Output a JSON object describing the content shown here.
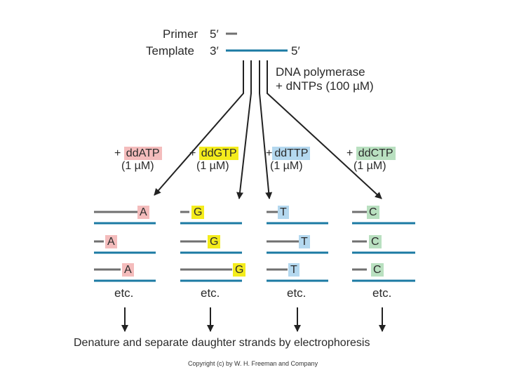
{
  "setup": {
    "primer_label": "Primer",
    "primer_end": "5′",
    "template_label": "Template",
    "template_3_end": "3′",
    "template_5_end": "5′",
    "polymerase_line1": "DNA polymerase",
    "polymerase_line2": "+ dNTPs (100 µM)"
  },
  "reactions": [
    {
      "plus": "+",
      "name": "ddATP",
      "conc": "(1 µM)",
      "base": "A",
      "color": "#f4bcbc"
    },
    {
      "plus": "+",
      "name": "ddGTP",
      "conc": "(1 µM)",
      "base": "G",
      "color": "#f4ec1c"
    },
    {
      "plus": "+",
      "name": "ddTTP",
      "conc": "(1 µM)",
      "base": "T",
      "color": "#b4d8ef"
    },
    {
      "plus": "+",
      "name": "ddCTP",
      "conc": "(1 µM)",
      "base": "C",
      "color": "#b9e0c0"
    }
  ],
  "etc_label": "etc.",
  "footer": "Denature and separate daughter strands by electrophoresis",
  "copyright": "Copyright (c) by W. H. Freeman and Company",
  "colors": {
    "template_strand": "#1b7aa3",
    "daughter_strand": "#707070",
    "arrow": "#222222"
  }
}
